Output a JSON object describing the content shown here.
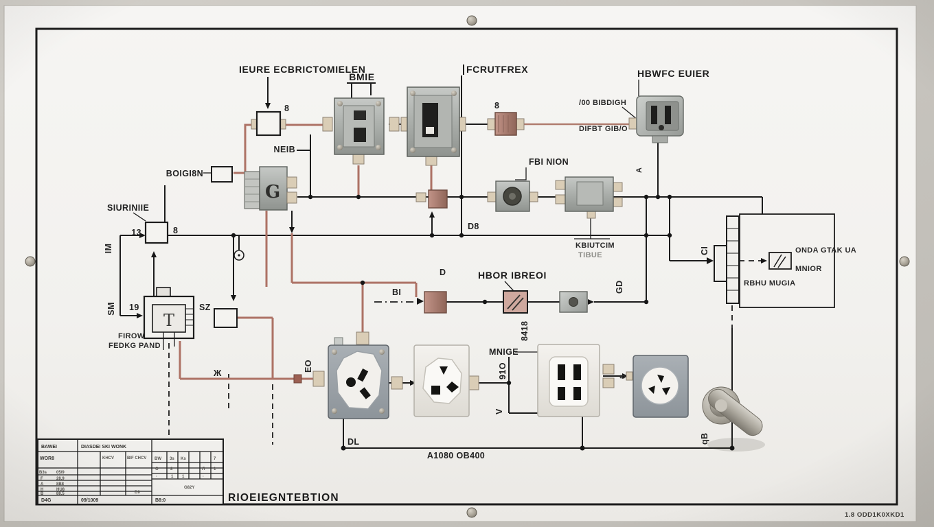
{
  "colors": {
    "wall": "#c6c3bd",
    "board": "#f4f3f0",
    "frame": "#1b1b1b",
    "wire_black": "#1c1c1c",
    "wire_red": "#ad7265",
    "metal_gray": "#b4b7b4",
    "plastic_white": "#efede8",
    "connector_beige": "#dacdb6",
    "box_pink": "#b3867a"
  },
  "labels": {
    "title_main": "IEURE ECBRICTOMIELEN",
    "bmie": "BMIE",
    "fcrutfrex": "FCRUTFREX",
    "neib": "NEIB",
    "glyph_a": "8",
    "glyph_b": "8",
    "hbwfc": "HBWFC EUIER",
    "bibdigh": "/00 BIBDIGH",
    "difbt": "DIFBT GIB/O",
    "boigi8n": "BOIGI8N",
    "siurnie": "SIURINIIE",
    "n13": "13",
    "n8": "8",
    "im": "IM",
    "sm": "SM",
    "n19": "19",
    "sz": "SZ",
    "firow": "FIROW",
    "fedkg": "FEDKG PAND",
    "zh": "Ж",
    "d": "D",
    "d8": "D8",
    "bi": "BI",
    "hbor": "HBOR IBREOI",
    "n8418": "8418",
    "mnige": "MNIGE",
    "n910": "91O",
    "v": "V",
    "eo": "EO",
    "dl": "DL",
    "a1080": "A1080 OB400",
    "n8b": "8",
    "qb": "qB",
    "ci": "CI",
    "gd": "GD",
    "av": "A",
    "kbiutcim": "KBIUTCIM",
    "tibue": "TIBUE",
    "fbi": "FBI NION",
    "onda": "ONDA GTAK UA",
    "mnior": "MNIOR",
    "rbhu": "RBHU MUGIA",
    "g_mark": "G",
    "t_mark": "T"
  },
  "title_block": {
    "c_bawei": "BAWEI",
    "c_diasdei": "DIASDEI SKI WONK",
    "c_wor8": "WOR8",
    "c_khcv": "KHCV",
    "c_bifchcv": "BIF CHCV",
    "mini": [
      "BW",
      "3s",
      "Ks",
      "7"
    ],
    "marks": [
      [
        "O",
        "8",
        "Л",
        "1"
      ],
      [
        "·",
        "1",
        "1",
        "·"
      ]
    ],
    "rows": [
      [
        "B3s",
        "05/9"
      ],
      [
        "F",
        "28.9"
      ],
      [
        "A",
        "8B8"
      ],
      [
        "H",
        "HU8"
      ],
      [
        "B",
        "88.5"
      ]
    ],
    "c_d9": "D9",
    "c_g82y": "G82Y",
    "bottom": [
      "D4G",
      "09/1009",
      "B8:0"
    ]
  },
  "footer": {
    "drawing_title": "RIOEIEGNTEBTION",
    "sheet_code": "1.8 ODD1K0XKD1"
  }
}
